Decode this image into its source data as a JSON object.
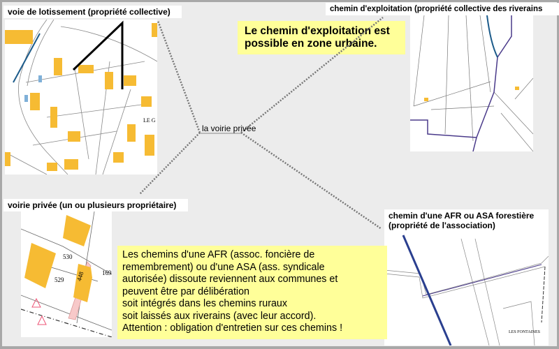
{
  "center": {
    "label": "la voirie privée"
  },
  "nodes": {
    "lotissement": {
      "label": "voie de lotissement (propriété collective)"
    },
    "exploitation": {
      "label": "chemin d'exploitation (propriété collective des riverains"
    },
    "privee": {
      "label": "voirie privée (un ou plusieurs propriétaire)"
    },
    "afr": {
      "label_line1": "chemin d'une AFR ou ASA forestière",
      "label_line2": "(propriété de l'association)"
    }
  },
  "notes": {
    "urbaine": {
      "line1": "Le chemin d'exploitation est",
      "line2": "possible en zone urbaine."
    },
    "afr": {
      "lines": [
        "Les chemins d'une AFR (assoc. foncière de",
        "remembrement) ou d'une ASA (ass. syndicale",
        "autorisée) dissoute reviennent aux communes et",
        "peuvent être par délibération",
        "soit intégrés dans les chemins ruraux",
        "soit laissés aux riverains (avec leur accord).",
        "Attention : obligation d'entretien sur ces chemins !"
      ]
    }
  },
  "map_labels": {
    "lieu_lotissement": "LE G",
    "parcel_530": "530",
    "parcel_529": "529",
    "parcel_448": "448",
    "parcel_169": "169",
    "lieu_afr": "LES FONTAINES"
  },
  "colors": {
    "building": "#f6bb33",
    "note": "#ffff99",
    "background": "#ececec",
    "road": "#2a3f8f"
  }
}
